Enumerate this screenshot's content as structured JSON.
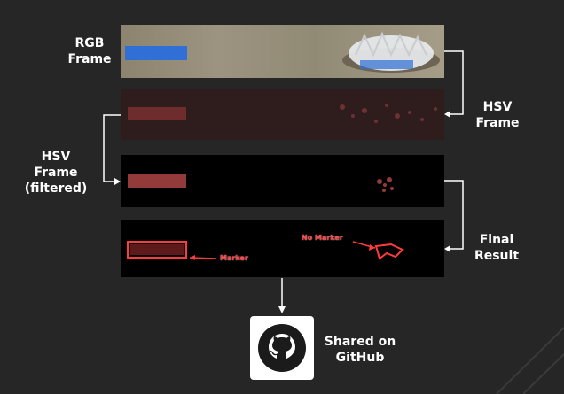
{
  "labels": {
    "rgb_frame": "RGB\nFrame",
    "hsv_frame": "HSV\nFrame",
    "hsv_filtered": "HSV\nFrame\n(filtered)",
    "final_result": "Final\nResult",
    "shared": "Shared on\nGitHub"
  },
  "annotations": {
    "marker": "Marker",
    "no_marker": "No Marker"
  },
  "icons": {
    "github": "github-icon"
  },
  "colors": {
    "background": "#262626",
    "text": "#ffffff",
    "accent_red": "#ff3b3b",
    "marker_blue": "#2f6fd6"
  }
}
